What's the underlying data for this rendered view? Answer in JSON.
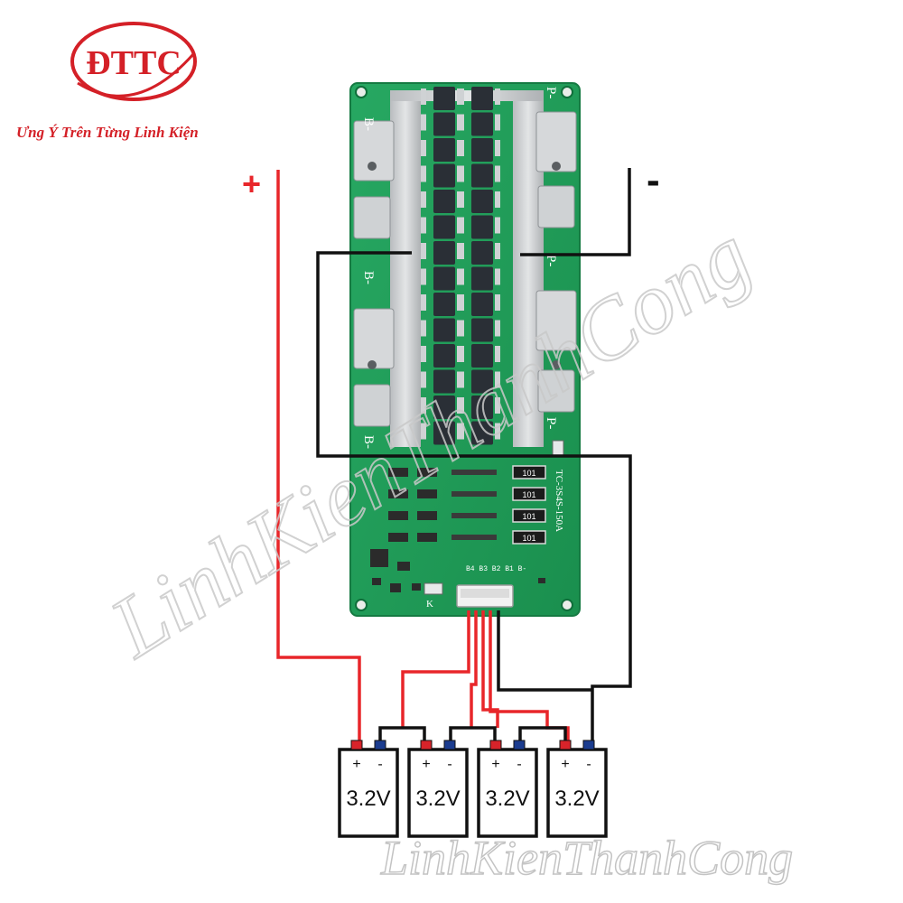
{
  "logo": {
    "text": "ĐTTC",
    "slogan": "Ưng Ý Trên Từng Linh Kiện"
  },
  "labels": {
    "plus": "+",
    "minus": "-"
  },
  "board": {
    "model": "TC-3S4S-150A",
    "b_minus": "B-",
    "p_minus": "P-",
    "k_label": "K",
    "connector_pins": "B4 B3 B2 B1 B-",
    "resistor_code": "101"
  },
  "cells": [
    {
      "voltage": "3.2V",
      "plus": "+",
      "minus": "-"
    },
    {
      "voltage": "3.2V",
      "plus": "+",
      "minus": "-"
    },
    {
      "voltage": "3.2V",
      "plus": "+",
      "minus": "-"
    },
    {
      "voltage": "3.2V",
      "plus": "+",
      "minus": "-"
    }
  ],
  "watermarks": {
    "diagonal": "LinhKienThanhCong",
    "bottom": "LinhKienThanhCong"
  },
  "colors": {
    "wire_red": "#e8262a",
    "wire_black": "#111111",
    "pcb_green": "#1f9e57",
    "logo_red": "#d42027",
    "terminal_red": "#d8232a",
    "terminal_blue": "#1b3c8f"
  }
}
